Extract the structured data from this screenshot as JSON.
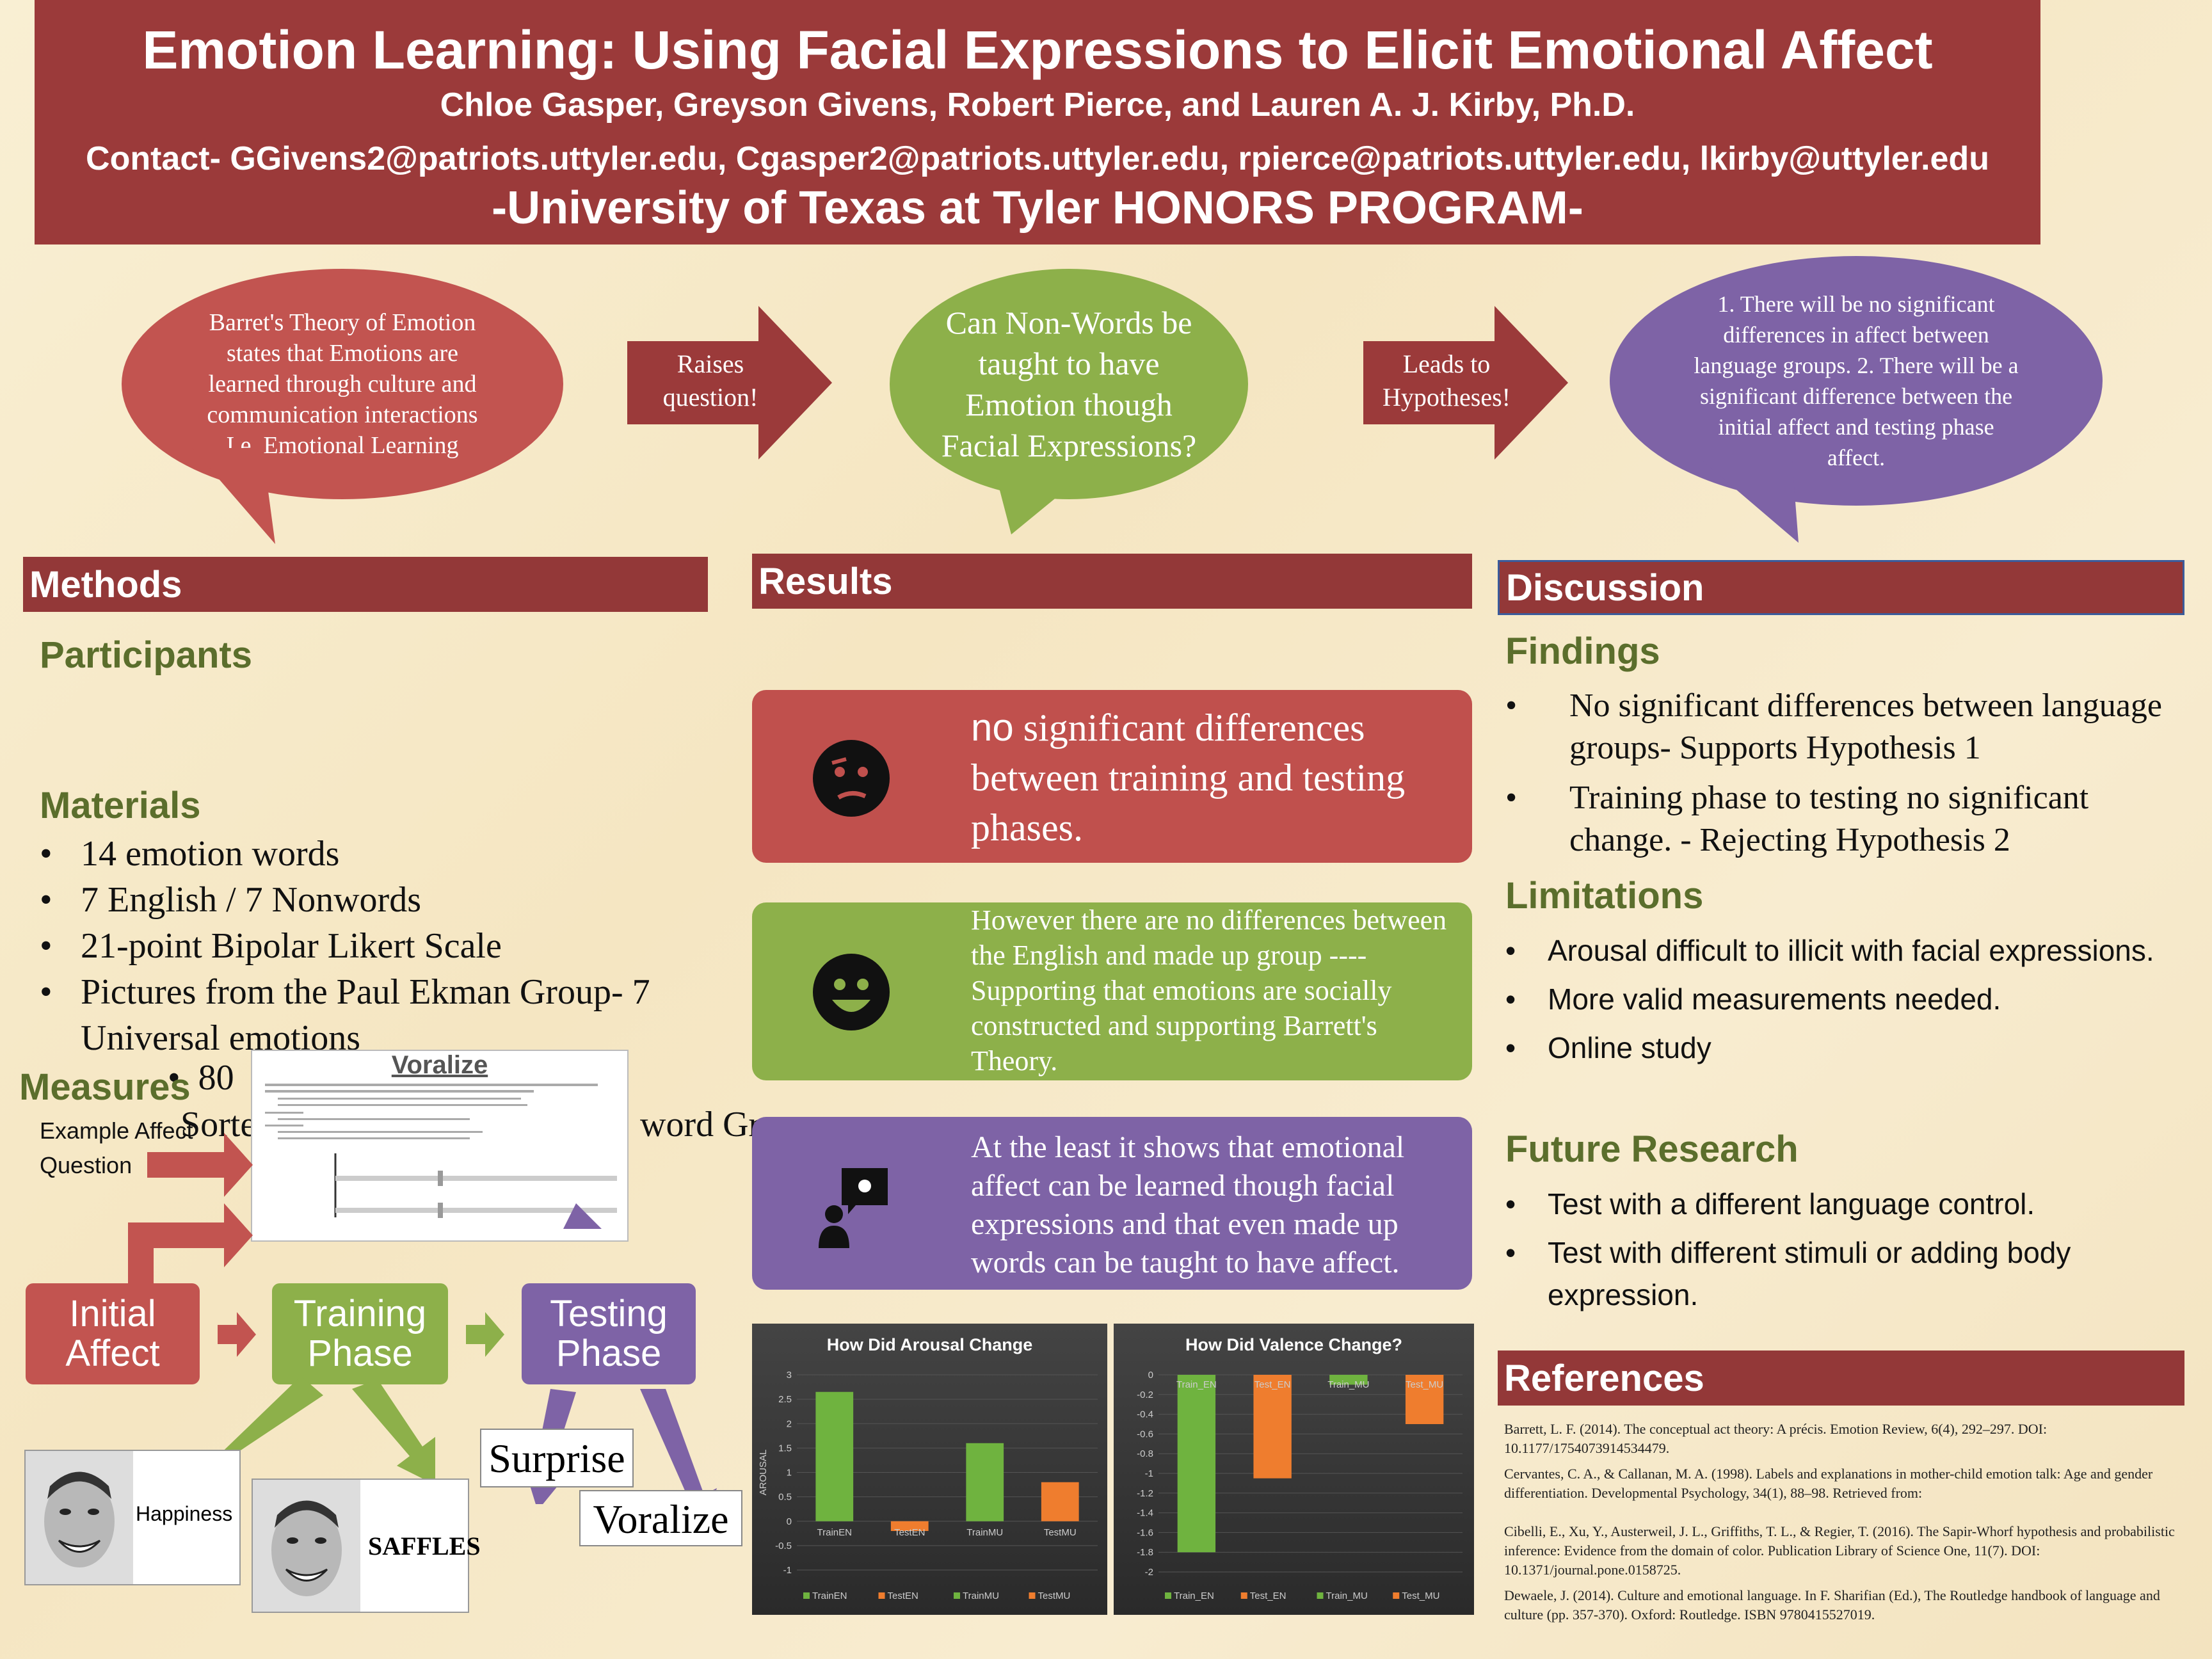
{
  "header": {
    "title": "Emotion Learning: Using Facial Expressions to Elicit Emotional Affect",
    "authors": "Chloe Gasper, Greyson Givens, Robert Pierce, and Lauren A. J. Kirby, Ph.D.",
    "contact": "Contact- GGivens2@patriots.uttyler.edu, Cgasper2@patriots.uttyler.edu, rpierce@patriots.uttyler.edu, lkirby@uttyler.edu",
    "university": "-University of Texas at Tyler HONORS PROGRAM-"
  },
  "flow": {
    "theory": "Barret's Theory of Emotion states that Emotions are learned through culture and communication interactions I.e. Emotional Learning",
    "arrow1": "Raises question!",
    "question": "Can Non-Words be taught to have Emotion though Facial Expressions?",
    "arrow2": "Leads to Hypotheses!",
    "hypotheses": "1. There will be no significant differences in affect between language groups. 2. There will be a significant difference between the initial affect and testing phase affect."
  },
  "methods": {
    "heading": "Methods",
    "participants": "Participants",
    "materials": "Materials",
    "materials_items": [
      "14 emotion words",
      "7 English / 7 Nonwords",
      "21-point Bipolar Likert Scale",
      "Pictures from the Paul Ekman Group- 7 Universal emotions",
      "80",
      "Sorte"
    ],
    "materials_tail": "word Gr",
    "measures": "Measures",
    "example_label": "Example Affect Question",
    "example_card_title": "Voralize",
    "stages": [
      "Initial Affect",
      "Training Phase",
      "Testing Phase"
    ],
    "labels": {
      "happiness": "Happiness",
      "saffles": "SAFFLES",
      "surprise": "Surprise",
      "voralize": "Voralize"
    }
  },
  "results": {
    "heading": "Results",
    "box1_lead": "no",
    "box1_rest": " significant differences between training and testing phases.",
    "box2": "However there are no differences between the English and made up group ----Supporting that emotions are socially constructed and supporting Barrett's Theory.",
    "box3": "At the least it shows that emotional affect can be learned though facial expressions and that even made up words can be taught to have affect."
  },
  "chart_data": [
    {
      "type": "bar",
      "title": "How Did Arousal Change",
      "ylabel": "AROUSAL",
      "categories": [
        "TrainEN",
        "TestEN",
        "TrainMU",
        "TestMU"
      ],
      "values": [
        2.65,
        -0.2,
        1.6,
        0.8
      ],
      "ylim": [
        -1,
        3
      ],
      "yticks": [
        "3",
        "2.5",
        "2",
        "1.5",
        "1",
        "0.5",
        "0",
        "-0.5",
        "-1"
      ],
      "legend": [
        "TrainEN",
        "TestEN",
        "TrainMU",
        "TestMU"
      ],
      "colors": [
        "#6fb33f",
        "#ef7d2e",
        "#6fb33f",
        "#ef7d2e"
      ]
    },
    {
      "type": "bar",
      "title": "How Did Valence Change?",
      "categories": [
        "Train_EN",
        "Test_EN",
        "Train_MU",
        "Test_MU"
      ],
      "values": [
        -1.8,
        -1.05,
        -0.1,
        -0.5
      ],
      "ylim": [
        -2,
        0
      ],
      "yticks": [
        "0",
        "-0.2",
        "-0.4",
        "-0.6",
        "-0.8",
        "-1",
        "-1.2",
        "-1.4",
        "-1.6",
        "-1.8",
        "-2"
      ],
      "legend": [
        "Train_EN",
        "Test_EN",
        "Train_MU",
        "Test_MU"
      ],
      "colors": [
        "#6fb33f",
        "#ef7d2e",
        "#6fb33f",
        "#ef7d2e"
      ]
    }
  ],
  "discussion": {
    "heading": "Discussion",
    "findings": "Findings",
    "findings_items": [
      "No significant differences between language groups- Supports Hypothesis 1",
      "Training phase to testing no significant change. - Rejecting Hypothesis 2"
    ],
    "limitations": "Limitations",
    "limitations_items": [
      "Arousal difficult to illicit with facial expressions.",
      "More valid measurements needed.",
      "Online study"
    ],
    "future": "Future Research",
    "future_items": [
      "Test with a different language control.",
      "Test with different stimuli or adding body expression."
    ]
  },
  "references": {
    "heading": "References",
    "items": [
      "Barrett, L. F. (2014). The conceptual act theory: A précis. Emotion Review, 6(4), 292–297. DOI: 10.1177/1754073914534479.",
      "Cervantes, C. A., & Callanan, M. A. (1998). Labels and explanations in mother-child emotion talk: Age and gender differentiation. Developmental Psychology, 34(1), 88–98. Retrieved from:",
      "Cibelli, E., Xu, Y., Austerweil, J. L., Griffiths, T. L., & Regier, T. (2016). The Sapir-Whorf hypothesis and probabilistic inference: Evidence from the domain of color. Publication Library of Science One, 11(7). DOI: 10.1371/journal.pone.0158725.",
      "Dewaele, J. (2014). Culture and emotional language. In F. Sharifian (Ed.), The Routledge handbook of language and culture (pp. 357-370). Oxford: Routledge. ISBN 9780415527019."
    ]
  },
  "colors": {
    "maroon": "#9b3a3a",
    "green": "#8db04a",
    "purple": "#7e63a6",
    "red_bubble": "#c25450"
  }
}
